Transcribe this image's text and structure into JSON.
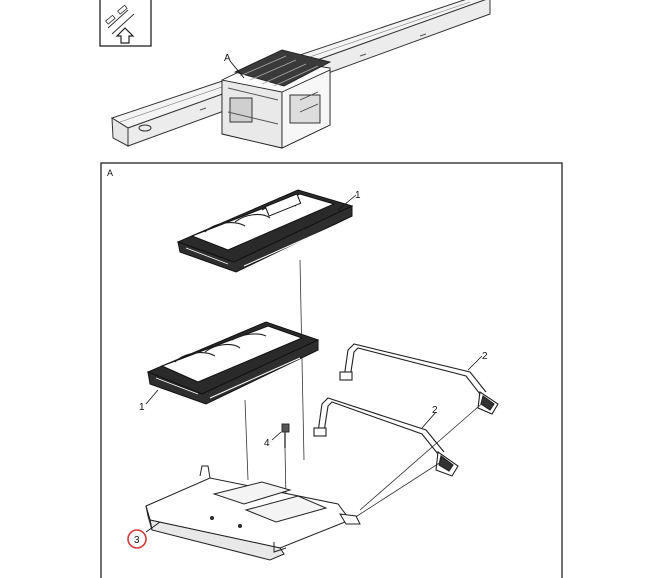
{
  "overview": {
    "detail_label": "A"
  },
  "detail": {
    "panel_label": "A",
    "callouts": {
      "upper_module": "1",
      "lower_module": "1",
      "strap_rear": "2",
      "strap_front": "2",
      "bolt": "4",
      "tray": "3"
    },
    "highlighted_callout": "3",
    "highlight_color": "#d23a3a"
  },
  "icons": [
    "view-orientation-icon",
    "up-arrow-icon"
  ]
}
